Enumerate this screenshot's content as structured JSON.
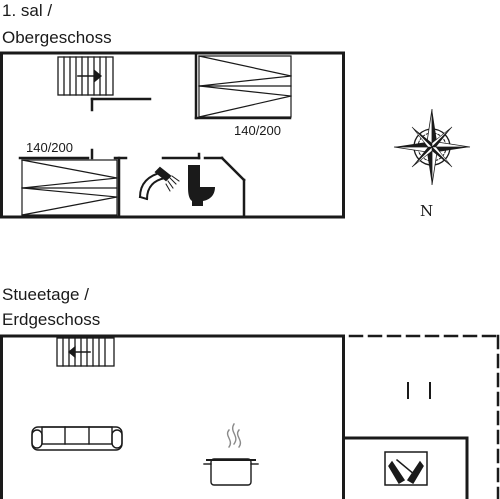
{
  "floors": {
    "upper": {
      "label_line1": "1. sal /",
      "label_line2": "Obergeschoss"
    },
    "ground": {
      "label_line1": "Stueetage /",
      "label_line2": "Erdgeschoss"
    }
  },
  "beds": [
    {
      "size": "140/200"
    },
    {
      "size": "140/200"
    }
  ],
  "compass": {
    "north_label": "N"
  },
  "icons": {
    "upper_floor": [
      "stairs-up-icon",
      "bed-icon",
      "bed-icon",
      "shower-icon",
      "toilet-icon"
    ],
    "ground_floor": [
      "stairs-down-icon",
      "sofa-icon",
      "cooking-pot-icon",
      "wood-stove-icon"
    ]
  },
  "colors": {
    "line": "#1a1a1a",
    "background": "#ffffff"
  }
}
